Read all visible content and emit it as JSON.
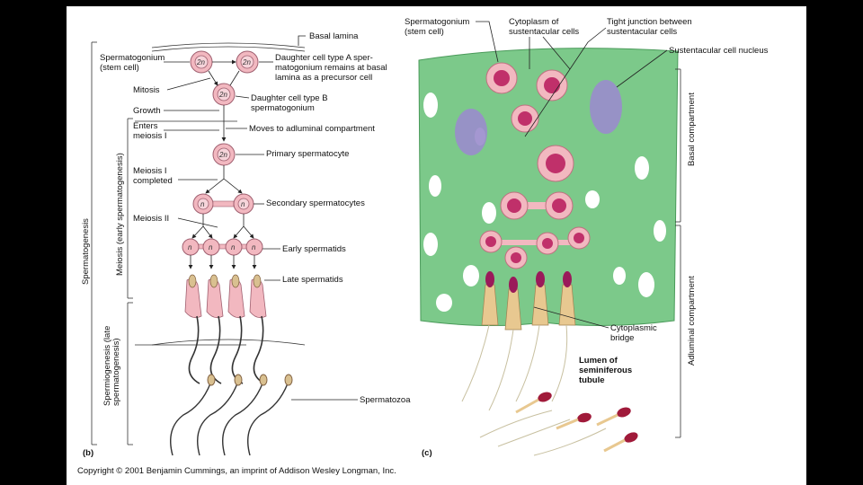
{
  "left_panel": {
    "basal_lamina": "Basal lamina",
    "spermatogonium": [
      "Spermatogonium",
      "(stem cell)"
    ],
    "mitosis": "Mitosis",
    "growth": "Growth",
    "enters_meiosis": [
      "Enters",
      "meiosis I"
    ],
    "meiosis1_completed": [
      "Meiosis I",
      "completed"
    ],
    "meiosis2": "Meiosis II",
    "daughter_a": [
      "Daughter cell type A sper-",
      "matogonium remains at basal",
      "lamina as a precursor cell"
    ],
    "daughter_b": [
      "Daughter cell type B",
      "spermatogonium"
    ],
    "moves": "Moves to adluminal compartment",
    "primary": "Primary spermatocyte",
    "secondary": "Secondary spermatocytes",
    "early_spermatids": "Early spermatids",
    "late_spermatids": "Late spermatids",
    "spermatozoa": "Spermatozoa",
    "label_2n": "2n",
    "label_n": "n",
    "panel_letter": "(b)",
    "side_spermatogenesis": "Spermatogenesis",
    "side_meiosis": "Meiosis (early spermatogenesis)",
    "side_spermiogenesis": [
      "Spermiogenesis (late",
      "spermatogenesis)"
    ]
  },
  "right_panel": {
    "spermatogonium": [
      "Spermatogonium",
      "(stem cell)"
    ],
    "cytoplasm": [
      "Cytoplasm of",
      "sustentacular cells"
    ],
    "tight_junction": [
      "Tight junction between",
      "sustentacular cells"
    ],
    "nucleus": "Sustentacular cell nucleus",
    "cytoplasmic_bridge": [
      "Cytoplasmic",
      "bridge"
    ],
    "lumen": [
      "Lumen of",
      "seminiferous",
      "tubule"
    ],
    "basal_compartment": "Basal compartment",
    "adluminal_compartment": "Adluminal compartment",
    "panel_letter": "(c)"
  },
  "copyright": "Copyright © 2001 Benjamin Cummings, an imprint of Addison Wesley Longman, Inc.",
  "colors": {
    "tissue": "#7cc98a",
    "cell_pink": "#f2b8c0",
    "nucleus_magenta": "#c0306a",
    "sustentacular_nucleus": "#9a8ccc"
  }
}
